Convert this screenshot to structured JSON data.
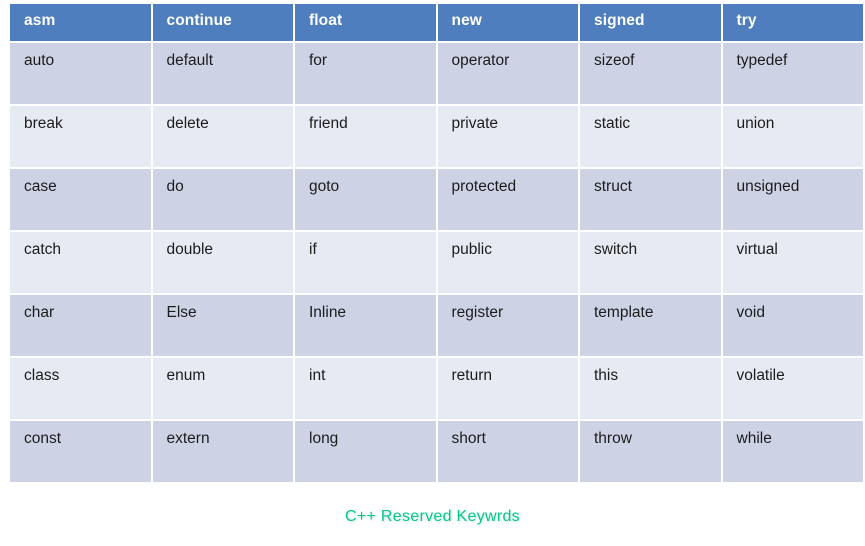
{
  "table": {
    "columns": [
      "asm",
      "continue",
      "float",
      "new",
      "signed",
      "try"
    ],
    "rows": [
      [
        "auto",
        "default",
        "for",
        "operator",
        "sizeof",
        "typedef"
      ],
      [
        "break",
        "delete",
        "friend",
        "private",
        "static",
        "union"
      ],
      [
        "case",
        "do",
        "goto",
        "protected",
        "struct",
        "unsigned"
      ],
      [
        "catch",
        "double",
        "if",
        "public",
        "switch",
        "virtual"
      ],
      [
        "char",
        "Else",
        "Inline",
        "register",
        "template",
        "void"
      ],
      [
        "class",
        "enum",
        "int",
        "return",
        "this",
        "volatile"
      ],
      [
        "const",
        "extern",
        "long",
        "short",
        "throw",
        "while"
      ]
    ]
  },
  "caption": {
    "text": "C++ Reserved Keywrds"
  },
  "colors": {
    "header_background": "#4E7EBE",
    "header_text": "#FFFFFF",
    "row_odd_background": "#CDD3E5",
    "row_even_background": "#E6EAF2",
    "cell_text": "#1C1C1C",
    "caption_text": "#06C68E",
    "page_background": "#FFFFFF"
  }
}
